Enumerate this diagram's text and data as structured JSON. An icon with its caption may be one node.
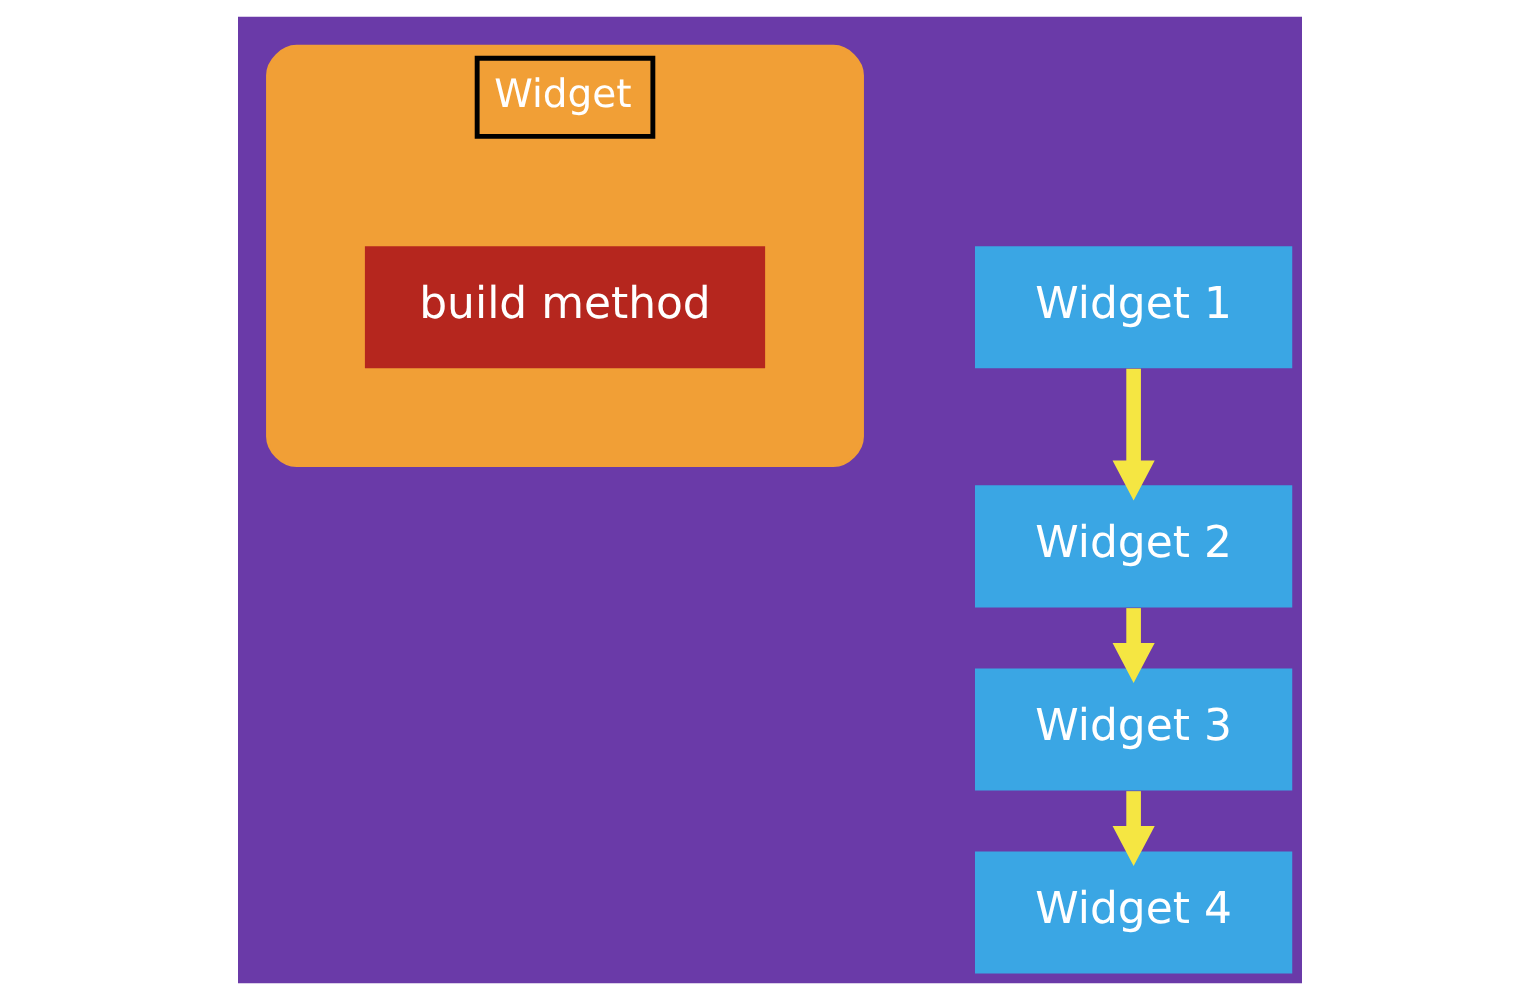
{
  "diagram": {
    "nodes": [
      {
        "text": [
          "Widget"
        ]
      },
      {
        "text": [
          "build method"
        ],
        "in": 0
      },
      {
        "text": [
          "Widget 1"
        ]
      },
      {
        "text": [
          "Widget 2"
        ]
      },
      {
        "text": [
          "Widget 3"
        ]
      },
      {
        "text": [
          "Widget 4"
        ]
      }
    ],
    "edges": [
      {
        "from": 2,
        "to": 3,
        "arrow": "to"
      },
      {
        "from": 3,
        "to": 4,
        "arrow": "to"
      },
      {
        "from": 4,
        "to": 5,
        "arrow": "to"
      }
    ]
  }
}
